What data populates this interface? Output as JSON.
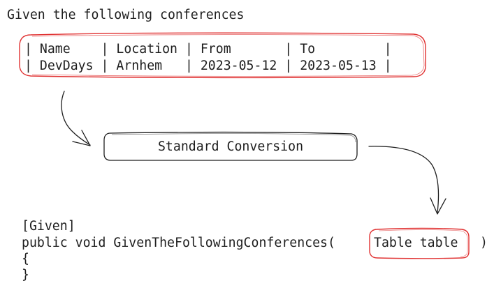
{
  "heading": "Given the following conferences",
  "table": {
    "header_line": "| Name    | Location | From       | To         |",
    "row_line": "| DevDays | Arnhem   | 2023-05-12 | 2023-05-13 |"
  },
  "conversion_box": {
    "label": "Standard Conversion"
  },
  "code": {
    "attribute": "[Given]",
    "signature_prefix": "public void GivenTheFollowingConferences(",
    "parameter": "Table table",
    "signature_close": ")",
    "open_brace": "{",
    "close_brace": "}"
  },
  "colors": {
    "highlight": "#e03131",
    "stroke": "#1e1e1e"
  }
}
